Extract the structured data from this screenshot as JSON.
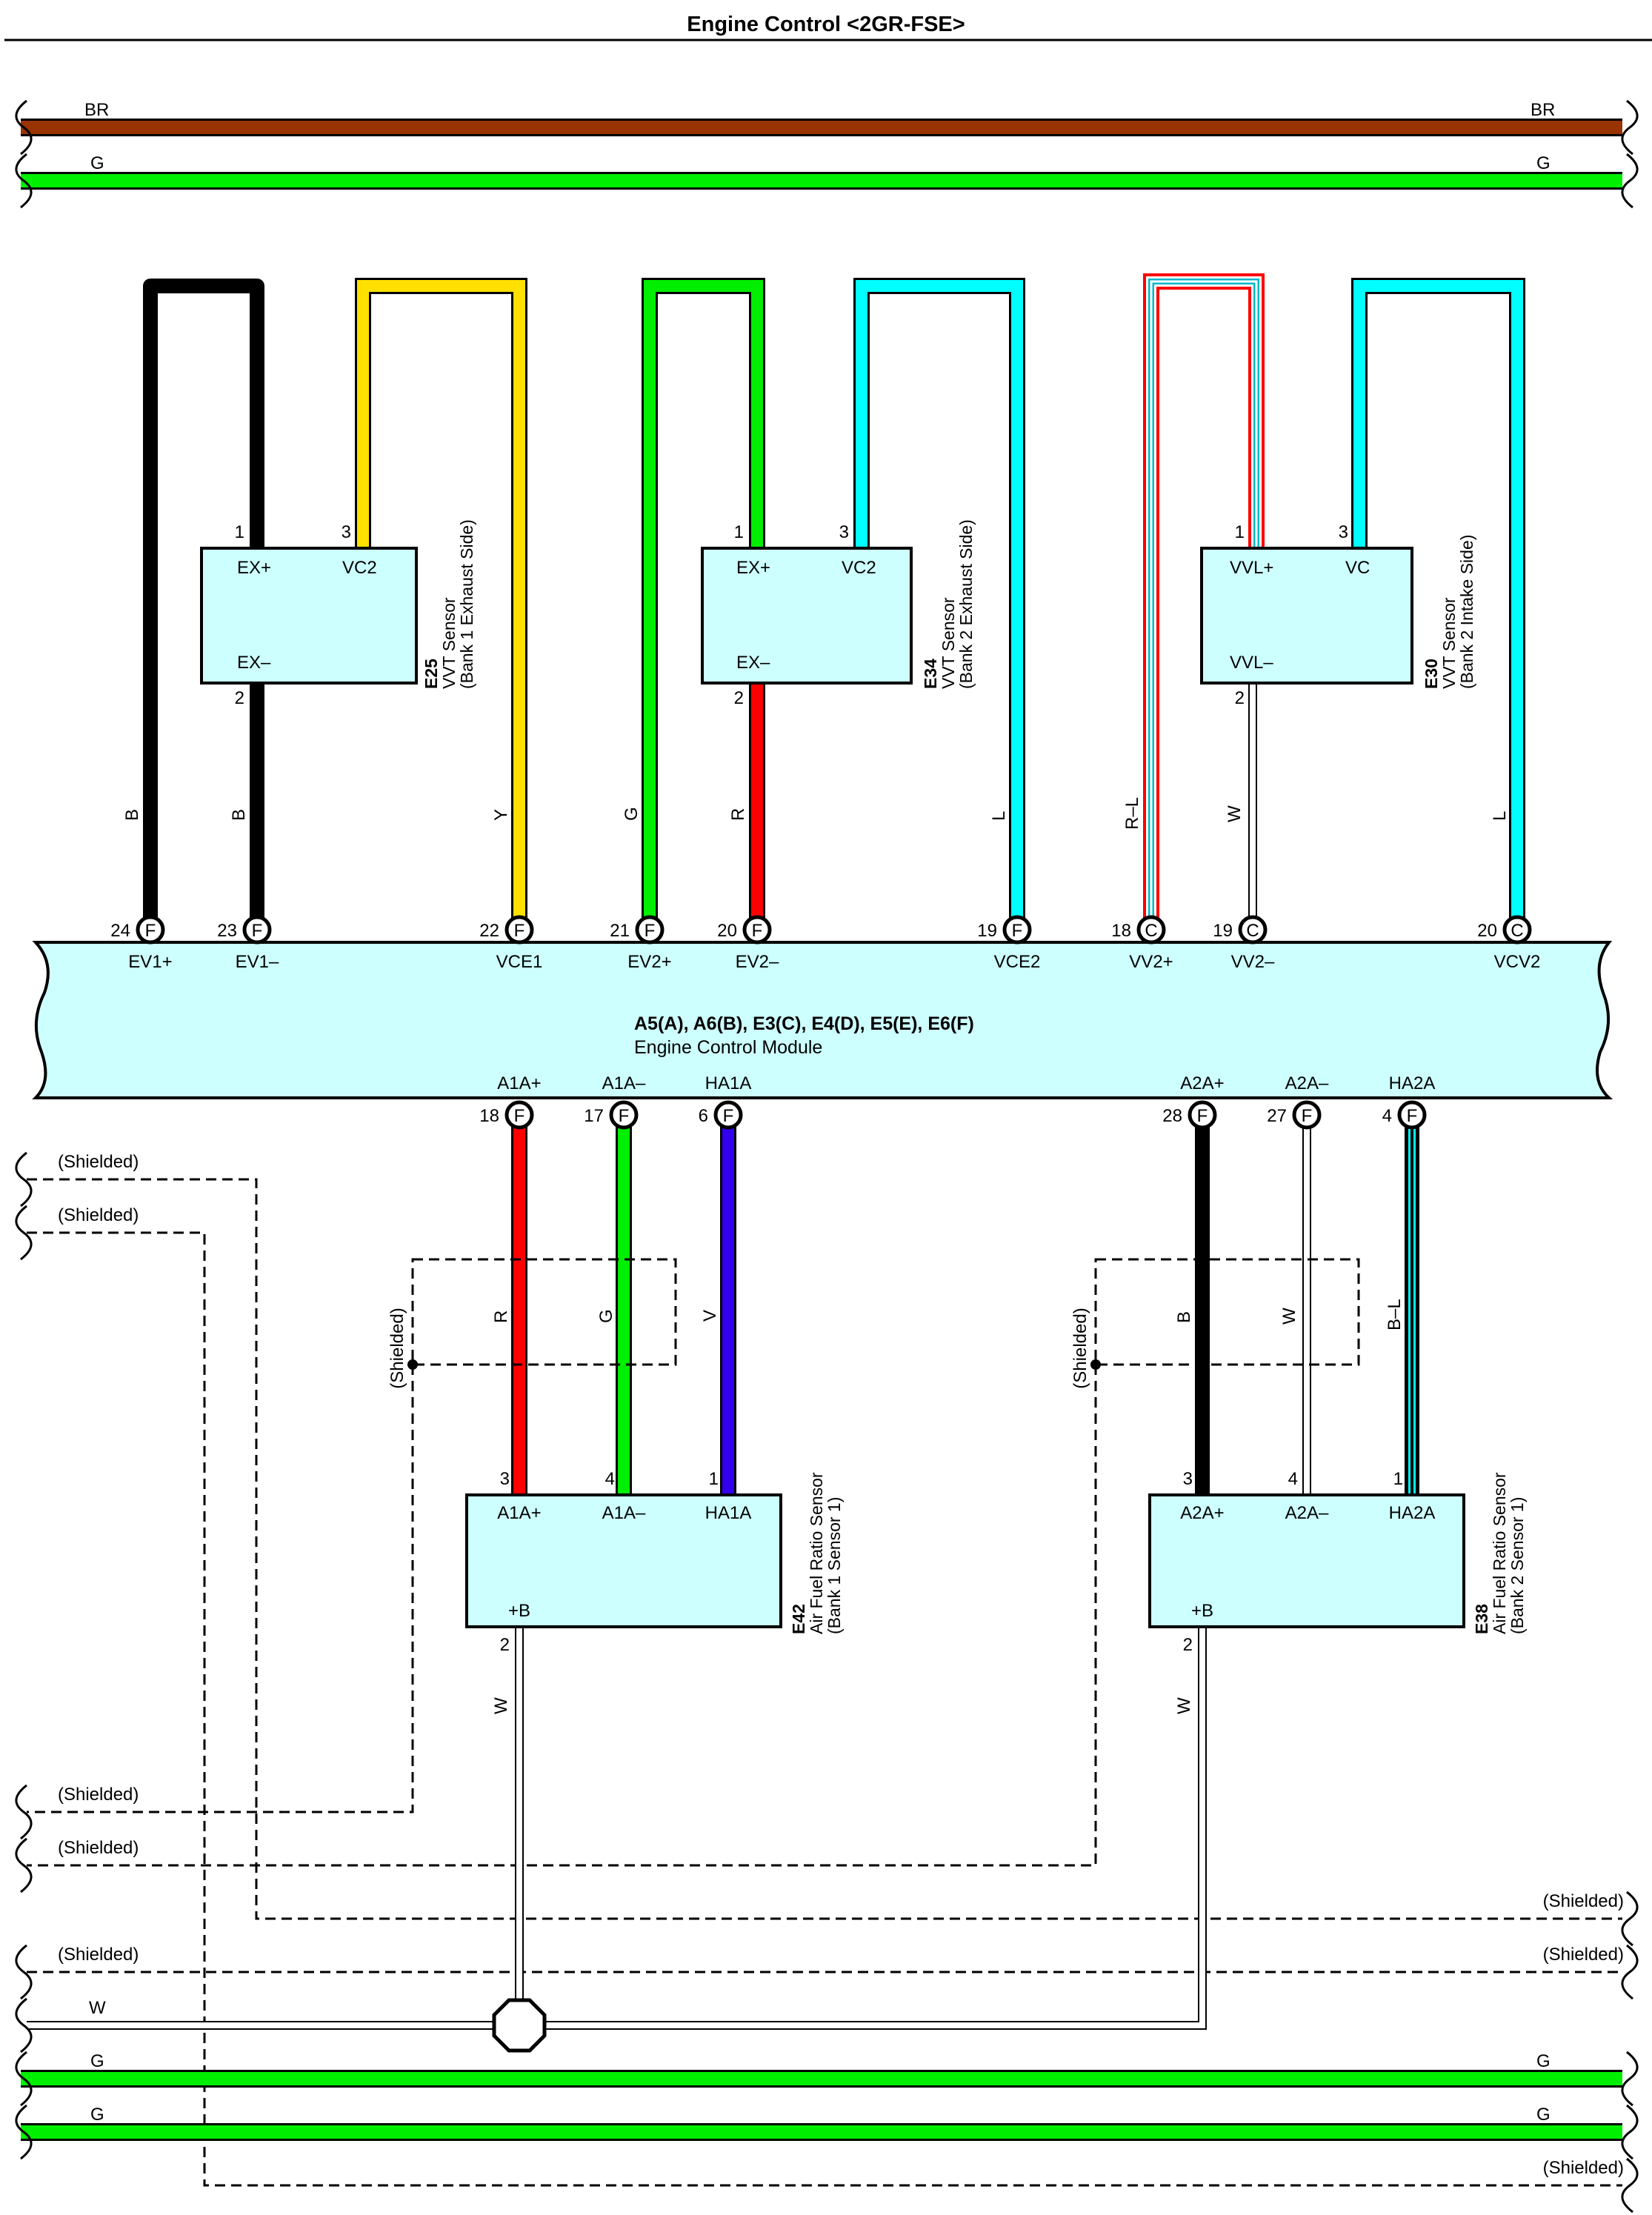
{
  "title": "Engine Control <2GR-FSE>",
  "colors": {
    "BR": "#993300",
    "G": "#00ee00",
    "Y": "#ffe000",
    "L": "#00ffff",
    "R": "#ff0000",
    "B": "#000000",
    "V": "#3300ee",
    "W": "#ffffff",
    "component_fill": "#cdffff"
  },
  "bus_wires": {
    "BR": {
      "left": "BR",
      "right": "BR"
    },
    "G_top": {
      "left": "G",
      "right": "G"
    },
    "W": {
      "left": "W"
    },
    "G1": {
      "left": "G",
      "right": "G"
    },
    "G2": {
      "left": "G",
      "right": "G"
    }
  },
  "shield_label": "(Shielded)",
  "ecm": {
    "connectors": "A5(A), A6(B), E3(C), E4(D), E5(E), E6(F)",
    "name": "Engine Control Module",
    "top_pins": [
      {
        "num": "24",
        "conn": "F",
        "name": "EV1+",
        "wire": "B"
      },
      {
        "num": "23",
        "conn": "F",
        "name": "EV1–",
        "wire": "B"
      },
      {
        "num": "22",
        "conn": "F",
        "name": "VCE1",
        "wire": "Y"
      },
      {
        "num": "21",
        "conn": "F",
        "name": "EV2+",
        "wire": "G"
      },
      {
        "num": "20",
        "conn": "F",
        "name": "EV2–",
        "wire": "R"
      },
      {
        "num": "19",
        "conn": "F",
        "name": "VCE2",
        "wire": "L"
      },
      {
        "num": "18",
        "conn": "C",
        "name": "VV2+",
        "wire": "R–L"
      },
      {
        "num": "19",
        "conn": "C",
        "name": "VV2–",
        "wire": "W"
      },
      {
        "num": "20",
        "conn": "C",
        "name": "VCV2",
        "wire": "L"
      }
    ],
    "bottom_pins": [
      {
        "num": "18",
        "conn": "F",
        "name": "A1A+",
        "wire": "R"
      },
      {
        "num": "17",
        "conn": "F",
        "name": "A1A–",
        "wire": "G"
      },
      {
        "num": "6",
        "conn": "F",
        "name": "HA1A",
        "wire": "V"
      },
      {
        "num": "28",
        "conn": "F",
        "name": "A2A+",
        "wire": "B"
      },
      {
        "num": "27",
        "conn": "F",
        "name": "A2A–",
        "wire": "W"
      },
      {
        "num": "4",
        "conn": "F",
        "name": "HA2A",
        "wire": "B–L"
      }
    ]
  },
  "components": {
    "e25": {
      "id": "E25",
      "name": "VVT Sensor",
      "detail": "(Bank 1 Exhaust Side)",
      "pins": [
        {
          "num": "1",
          "name": "EX+"
        },
        {
          "num": "3",
          "name": "VC2"
        },
        {
          "num": "2",
          "name": "EX–"
        }
      ]
    },
    "e34": {
      "id": "E34",
      "name": "VVT Sensor",
      "detail": "(Bank 2 Exhaust Side)",
      "pins": [
        {
          "num": "1",
          "name": "EX+"
        },
        {
          "num": "3",
          "name": "VC2"
        },
        {
          "num": "2",
          "name": "EX–"
        }
      ]
    },
    "e30": {
      "id": "E30",
      "name": "VVT Sensor",
      "detail": "(Bank 2 Intake Side)",
      "pins": [
        {
          "num": "1",
          "name": "VVL+"
        },
        {
          "num": "3",
          "name": "VC"
        },
        {
          "num": "2",
          "name": "VVL–"
        }
      ]
    },
    "e42": {
      "id": "E42",
      "name": "Air Fuel Ratio Sensor",
      "detail": "(Bank 1 Sensor 1)",
      "pins": [
        {
          "num": "3",
          "name": "A1A+"
        },
        {
          "num": "4",
          "name": "A1A–"
        },
        {
          "num": "1",
          "name": "HA1A"
        },
        {
          "num": "2",
          "name": "+B",
          "wire": "W"
        }
      ]
    },
    "e38": {
      "id": "E38",
      "name": "Air Fuel Ratio Sensor",
      "detail": "(Bank 2 Sensor 1)",
      "pins": [
        {
          "num": "3",
          "name": "A2A+"
        },
        {
          "num": "4",
          "name": "A2A–"
        },
        {
          "num": "1",
          "name": "HA2A"
        },
        {
          "num": "2",
          "name": "+B",
          "wire": "W"
        }
      ]
    }
  }
}
